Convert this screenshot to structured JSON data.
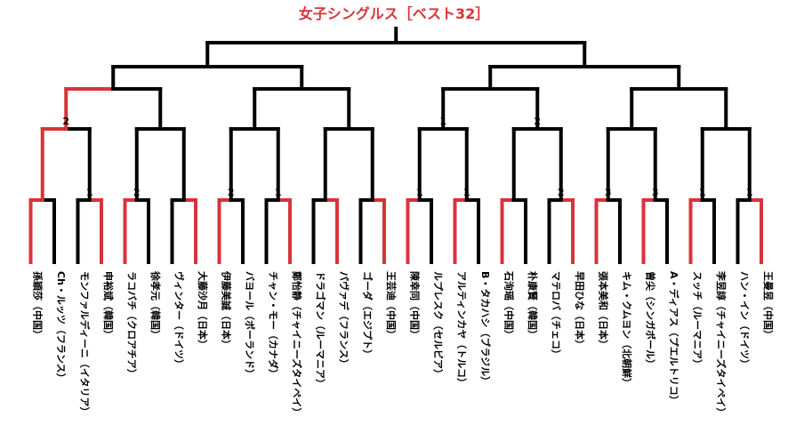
{
  "title": "女子シングルス［ベスト32］",
  "colors": {
    "winner": "#d9333a",
    "loser": "#000000",
    "title": "#d9333a"
  },
  "players": [
    "孫穎莎（中国）",
    "Ch・ルッツ（フランス）",
    "モンファルディーニ（イタリア）",
    "申裕斌（韓国）",
    "ラコバチ（クロアチア）",
    "徐孝元（韓国）",
    "ヴィンター（ドイツ）",
    "大藤沙月（日本）",
    "伊藤美誠（日本）",
    "バヨール（ポーランド）",
    "チャン・モー（カナダ）",
    "鄭怡静（チャイニーズタイペイ）",
    "ドラゴマン（ルーマニア）",
    "パヴァデ（フランス）",
    "ゴーダ（エジプト）",
    "王芸迪（中国）",
    "陳幸同（中国）",
    "ルプレスク（セルビア）",
    "アルティンカヤ（トルコ）",
    "B・タカハシ（ブラジル）",
    "石洵瑶（中国）",
    "朴康賢（韓国）",
    "マテロバ（チェコ）",
    "早田ひな（日本）",
    "張本美和（日本）",
    "キム・クムヨン（北朝鮮）",
    "曾尖（シンガポール）",
    "A・ディアス（プエルトリコ）",
    "スッチ（ルーマニア）",
    "李昱諄（チャイニーズタイペイ）",
    "ハン・イン（ドイツ）",
    "王曼昱（中国）"
  ],
  "results": {
    "round1_winners": [
      0,
      3,
      4,
      7,
      8,
      11,
      13,
      15,
      16,
      18,
      20,
      23,
      24,
      26,
      28,
      31
    ],
    "round2_winners": [
      0,
      1,
      2,
      3,
      4,
      5,
      6,
      7
    ],
    "round3_winners": [
      0,
      1,
      2,
      3
    ]
  },
  "scores": {
    "round1": [
      "",
      "1",
      "2",
      "",
      "2",
      "1",
      "",
      "",
      "1",
      "1",
      "",
      "2",
      "3",
      "3",
      "1",
      "1"
    ],
    "round2": [
      "2",
      "",
      "",
      "",
      "1",
      "2",
      "",
      ""
    ]
  }
}
